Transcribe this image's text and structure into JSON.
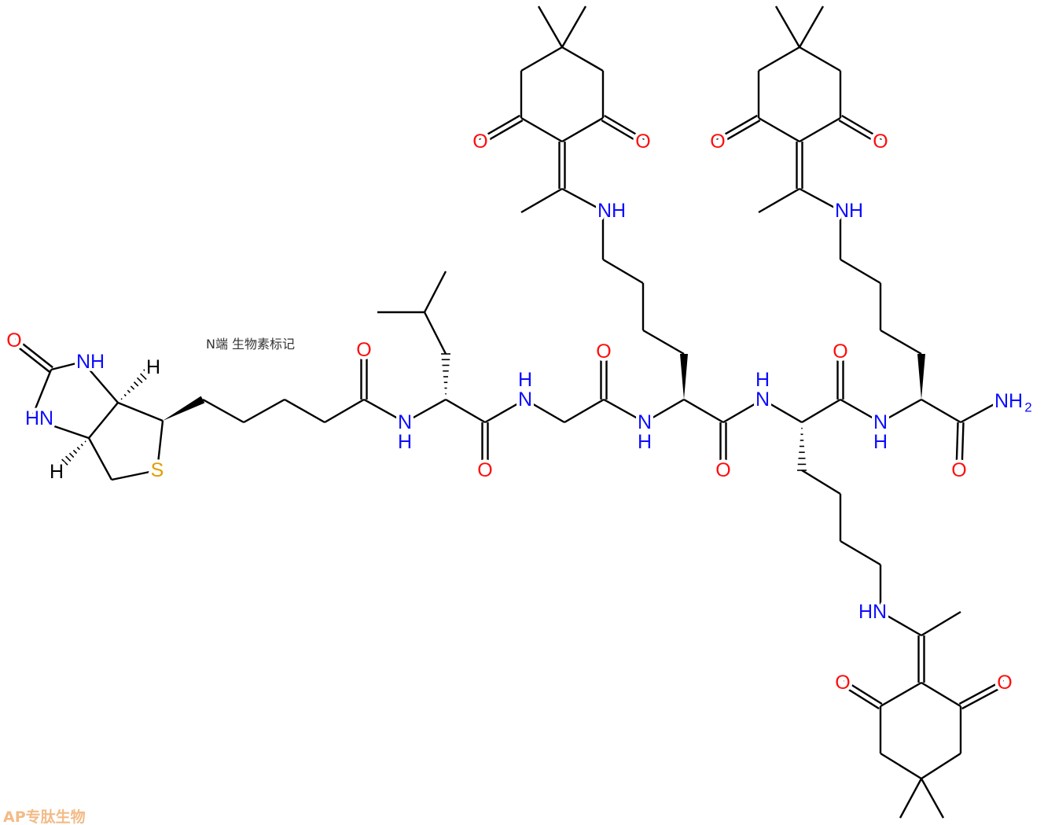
{
  "title": "",
  "annotation": "N端 生物素标记",
  "watermark": "AP专肽生物",
  "labels": {
    "O": "O",
    "N": "N",
    "H": "H",
    "NH": "NH",
    "HN": "HN",
    "S": "S",
    "sub2": "2"
  },
  "colors": {
    "bond": "#000000",
    "oxygen": "#ff0d0d",
    "nitrogen": "#0d0dff",
    "sulfur": "#e39c00",
    "hydrogen": "#000000",
    "watermark": "#f0a560"
  }
}
